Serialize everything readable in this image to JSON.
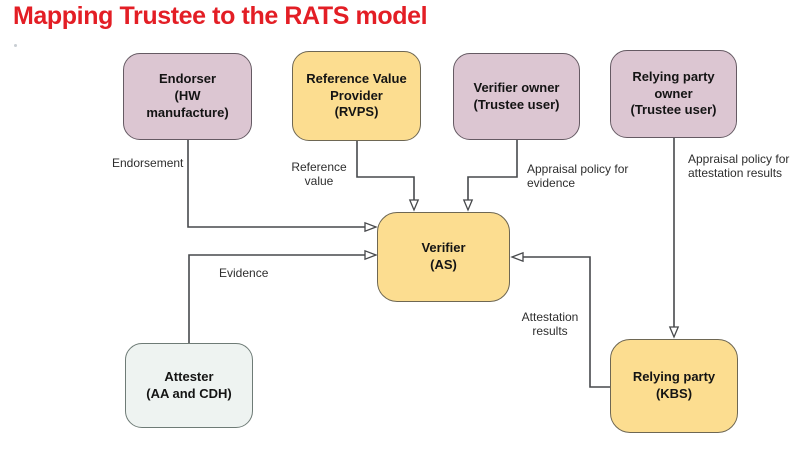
{
  "title": "Mapping Trustee to the RATS model",
  "nodes": {
    "endorser": {
      "label": "Endorser\n(HW\nmanufacture)"
    },
    "rvps": {
      "label": "Reference Value\nProvider\n(RVPS)"
    },
    "verifier_owner": {
      "label": "Verifier owner\n(Trustee user)"
    },
    "relying_party_owner": {
      "label": "Relying party\nowner\n(Trustee user)"
    },
    "verifier": {
      "label": "Verifier\n(AS)"
    },
    "attester": {
      "label": "Attester\n(AA and CDH)"
    },
    "relying_party": {
      "label": "Relying party\n(KBS)"
    }
  },
  "edges": {
    "endorsement": {
      "label": "Endorsement"
    },
    "reference_value": {
      "label": "Reference\nvalue"
    },
    "appraisal_policy_evidence": {
      "label": "Appraisal policy for\nevidence"
    },
    "appraisal_policy_attestation": {
      "label": "Appraisal policy for\nattestation results"
    },
    "evidence": {
      "label": "Evidence"
    },
    "attestation_results": {
      "label": "Attestation\nresults"
    }
  },
  "colors": {
    "title_red": "#e31e25",
    "node_pink": "#dcc6d2",
    "node_yellow": "#fcdd90",
    "node_mint": "#eef3f1",
    "connector": "#47494c"
  }
}
